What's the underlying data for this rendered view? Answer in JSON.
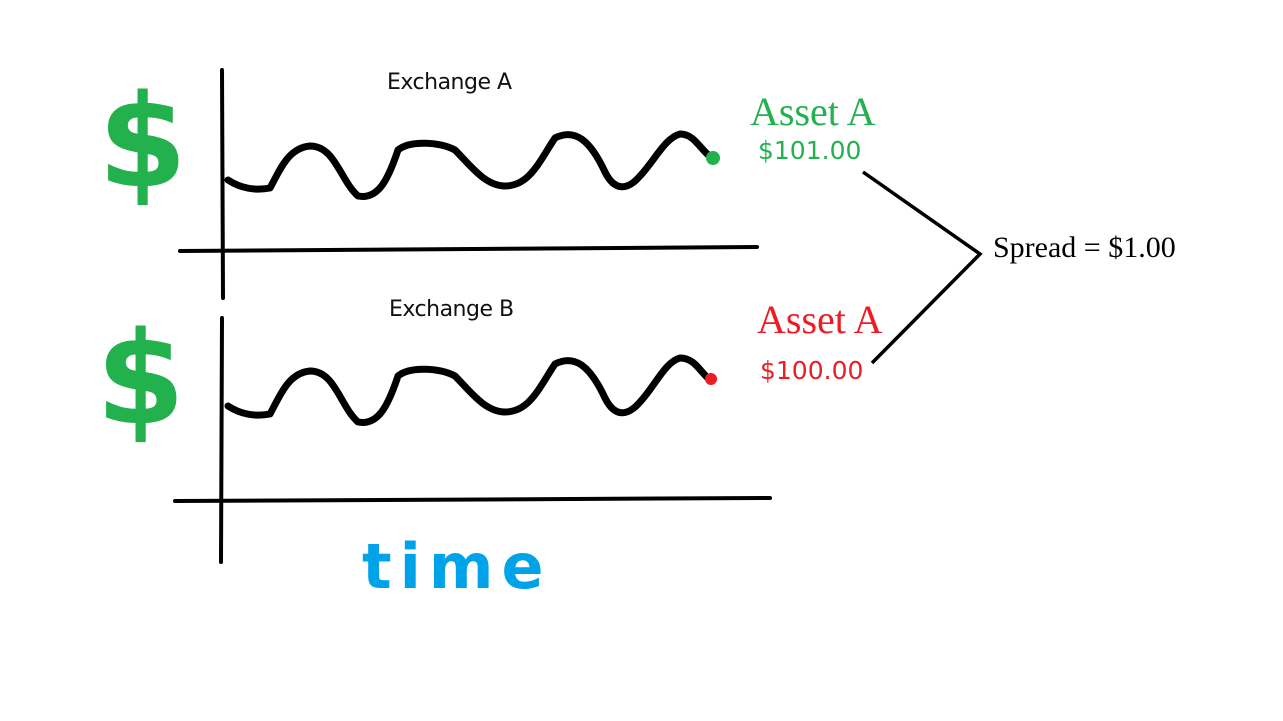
{
  "top_panel": {
    "exchange_label": "Exchange A",
    "axis_symbol": "$",
    "asset_label": "Asset A",
    "price": "$101.00",
    "marker_color": "#22b14c"
  },
  "bottom_panel": {
    "exchange_label": "Exchange B",
    "axis_symbol": "$",
    "asset_label": "Asset A",
    "price": "$100.00",
    "marker_color": "#ed1c24"
  },
  "spread_label": "Spread = $1.00",
  "time_label": "time",
  "colors": {
    "dollar": "#22b14c",
    "time": "#00a2e8",
    "line": "#000000"
  }
}
